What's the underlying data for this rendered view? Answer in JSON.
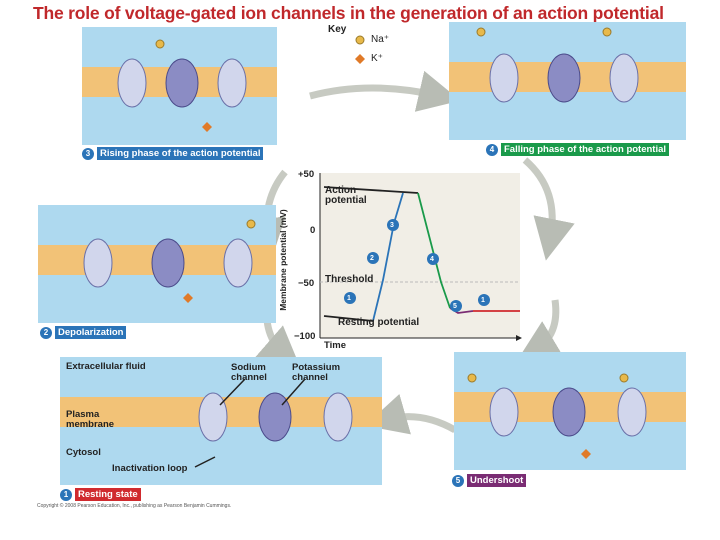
{
  "title": "The role of voltage-gated ion channels in the generation of an action potential",
  "key": {
    "heading": "Key",
    "na": "Na⁺",
    "k": "K⁺"
  },
  "colors": {
    "title": "#c0282b",
    "step_circle": "#2b74b8",
    "rising": "#2b74b8",
    "falling": "#1a9a4a",
    "depolarization": "#2b74b8",
    "resting": "#d02a2e",
    "undershoot": "#7a2c73"
  },
  "steps": {
    "resting": {
      "n": "1",
      "label": "Resting state"
    },
    "depolarization": {
      "n": "2",
      "label": "Depolarization"
    },
    "rising": {
      "n": "3",
      "label": "Rising phase of the action potential"
    },
    "falling": {
      "n": "4",
      "label": "Falling phase of the action potential"
    },
    "undershoot": {
      "n": "5",
      "label": "Undershoot"
    }
  },
  "labels": {
    "extracellular": "Extracellular fluid",
    "sodium": "Sodium channel",
    "potassium": "Potassium channel",
    "plasma": "Plasma membrane",
    "cytosol": "Cytosol",
    "inactivation": "Inactivation loop"
  },
  "chart_data": {
    "type": "line",
    "ylabel": "Membrane potential (mV)",
    "xlabel": "Time",
    "yticks": [
      "+50",
      "0",
      "−50",
      "−100"
    ],
    "ylim": [
      -100,
      50
    ],
    "annotations": [
      "Action potential",
      "Threshold",
      "Resting potential"
    ],
    "markers": [
      "1",
      "2",
      "3",
      "4",
      "5",
      "1"
    ]
  },
  "copyright": "Copyright © 2008 Pearson Education, Inc., publishing as Pearson Benjamin Cummings."
}
